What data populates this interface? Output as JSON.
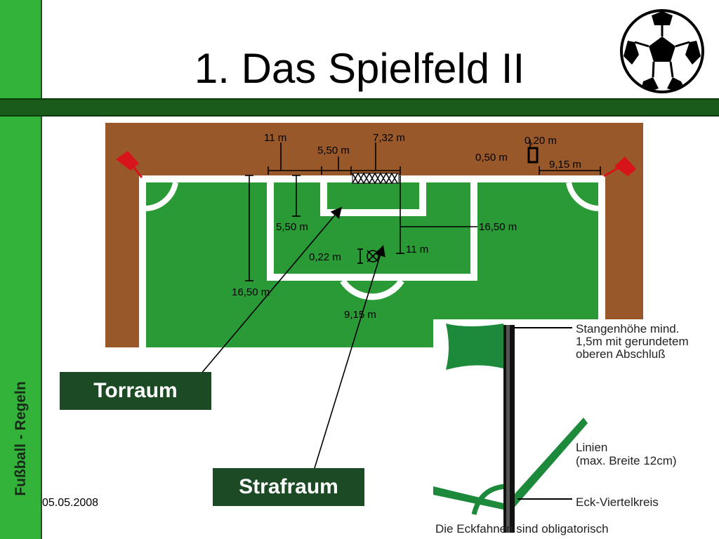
{
  "slide": {
    "title": "1. Das Spielfeld II",
    "side_label": "Fußball - Regeln",
    "date": "05.05.2008"
  },
  "field": {
    "labels": {
      "goal_area_width": "11 m",
      "goal_width": "7,32 m",
      "goal_area_depth_top": "5,50 m",
      "corner_mark": "0,20 m",
      "corner_mark_height": "0,50 m",
      "corner_distance": "9,15 m",
      "goal_area_depth": "5,50 m",
      "penalty_area_width": "16,50 m",
      "penalty_mark_size": "0,22 m",
      "penalty_spot_distance": "11 m",
      "penalty_area_depth": "16,50 m",
      "arc_radius": "9,15 m"
    }
  },
  "callouts": {
    "goal_area": "Torraum",
    "penalty_area": "Strafraum"
  },
  "corner_flag": {
    "pole_note_1": "Stangenhöhe mind.",
    "pole_note_2": "1,5m mit gerundetem",
    "pole_note_3": "oberen Abschluß",
    "lines_note_1": "Linien",
    "lines_note_2": "(max. Breite 12cm)",
    "arc_note": "Eck-Viertelkreis",
    "caption": "Die Eckfahnen sind obligatorisch"
  },
  "colors": {
    "bar_green": "#33b33a",
    "stripe_dark": "#1a5a1a",
    "label_box": "#1b4a25",
    "pitch_green": "#2a9a36",
    "pitch_brown": "#99582a",
    "flag_green": "#1c8a3a",
    "corner_flag_red": "#d8141b"
  }
}
